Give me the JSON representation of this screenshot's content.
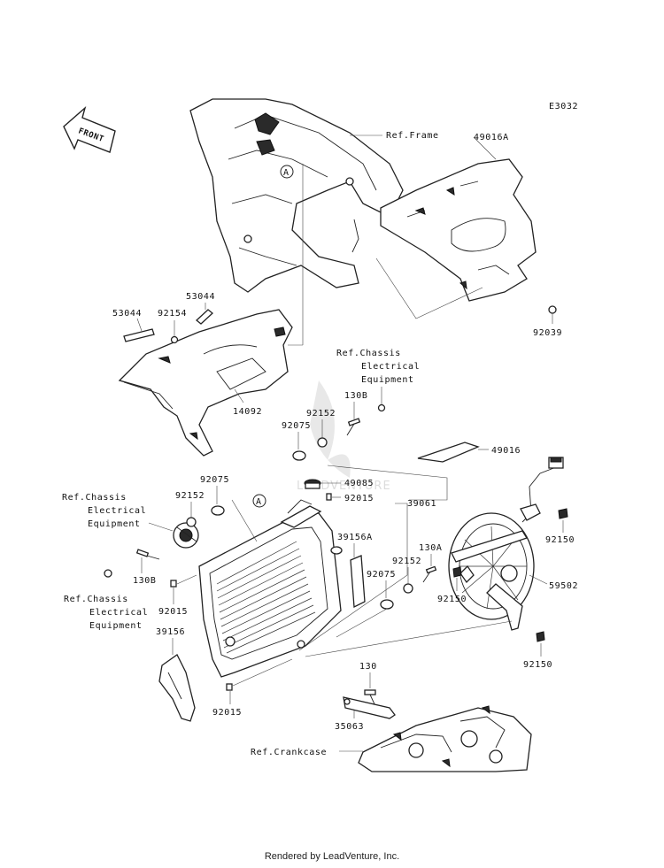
{
  "diagram": {
    "code": "E3032",
    "front_label": "FRONT",
    "marker_a": "A",
    "watermark": "LEADVENTURE",
    "labels": {
      "ref_frame": "Ref.Frame",
      "p49016A": "49016A",
      "p92039": "92039",
      "p53044_a": "53044",
      "p53044_b": "53044",
      "p92154": "92154",
      "p14092": "14092",
      "ref_chassis_1_l1": "Ref.Chassis",
      "ref_chassis_1_l2": "Electrical",
      "ref_chassis_1_l3": "Equipment",
      "p130B_a": "130B",
      "p92152_a": "92152",
      "p92075_a": "92075",
      "p49016": "49016",
      "p49085": "49085",
      "p92015_a": "92015",
      "p39061": "39061",
      "ref_chassis_2_l1": "Ref.Chassis",
      "ref_chassis_2_l2": "Electrical",
      "ref_chassis_2_l3": "Equipment",
      "p92075_b": "92075",
      "p92152_b": "92152",
      "p130B_b": "130B",
      "ref_chassis_3_l1": "Ref.Chassis",
      "ref_chassis_3_l2": "Electrical",
      "ref_chassis_3_l3": "Equipment",
      "p92015_b": "92015",
      "p39156": "39156",
      "p39156A": "39156A",
      "p130A": "130A",
      "p92152_c": "92152",
      "p92075_c": "92075",
      "p92150_a": "92150",
      "p92150_b": "92150",
      "p59502": "59502",
      "p92150_c": "92150",
      "p130": "130",
      "p35063": "35063",
      "p92015_c": "92015",
      "ref_crankcase": "Ref.Crankcase"
    }
  },
  "footer": "Rendered by LeadVenture, Inc."
}
